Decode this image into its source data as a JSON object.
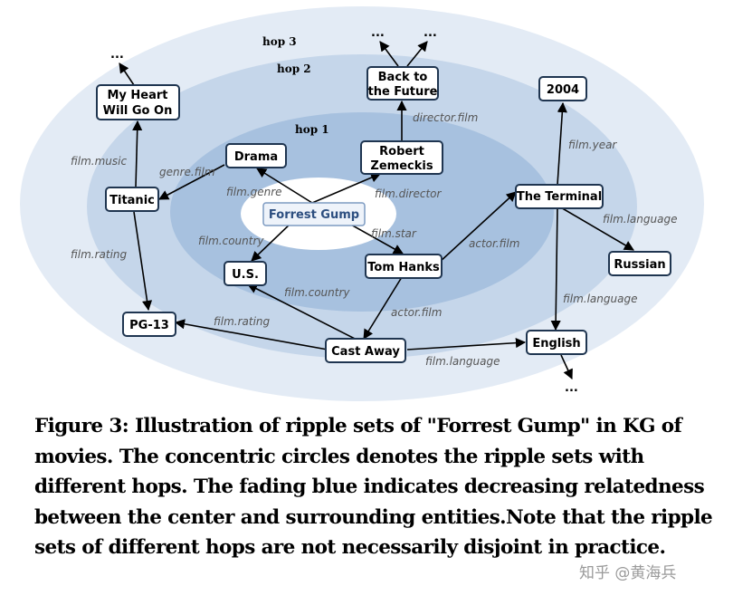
{
  "hops": [
    "hop 1",
    "hop 2",
    "hop 3"
  ],
  "center": "Forrest Gump",
  "nodes": {
    "drama": "Drama",
    "robert1": "Robert",
    "robert2": "Zemeckis",
    "back1": "Back to",
    "back2": "the Future",
    "heart1": "My Heart",
    "heart2": "Will Go On",
    "titanic": "Titanic",
    "us": "U.S.",
    "tomhanks": "Tom Hanks",
    "terminal": "The Terminal",
    "y2004": "2004",
    "russian": "Russian",
    "pg13": "PG-13",
    "castaway": "Cast Away",
    "english": "English"
  },
  "edges": {
    "genre_film": "genre.film",
    "film_genre": "film.genre",
    "film_director": "film.director",
    "director_film": "director.film",
    "film_music": "film.music",
    "film_rating_1": "film.rating",
    "film_country_1": "film.country",
    "film_star": "film.star",
    "actor_film_1": "actor.film",
    "film_year": "film.year",
    "film_language_1": "film.language",
    "film_country_2": "film.country",
    "actor_film_2": "actor.film",
    "film_language_2": "film.language",
    "film_rating_2": "film.rating",
    "film_language_3": "film.language"
  },
  "ellipsis": "...",
  "caption": "Figure 3: Illustration of ripple sets of \"Forrest Gump\" in KG of movies. The concentric circles denotes the ripple sets with different hops. The fading blue indicates decreasing relatedness between the center and surrounding entities.Note that the ripple sets of different hops are not necessarily disjoint in practice.",
  "watermark": "知乎 @黄海兵",
  "colors": {
    "ring_outer": "#e3ebf5",
    "ring_mid": "#c5d6ea",
    "ring_inner": "#a7c1df",
    "center_ellipse": "#ffffff"
  }
}
